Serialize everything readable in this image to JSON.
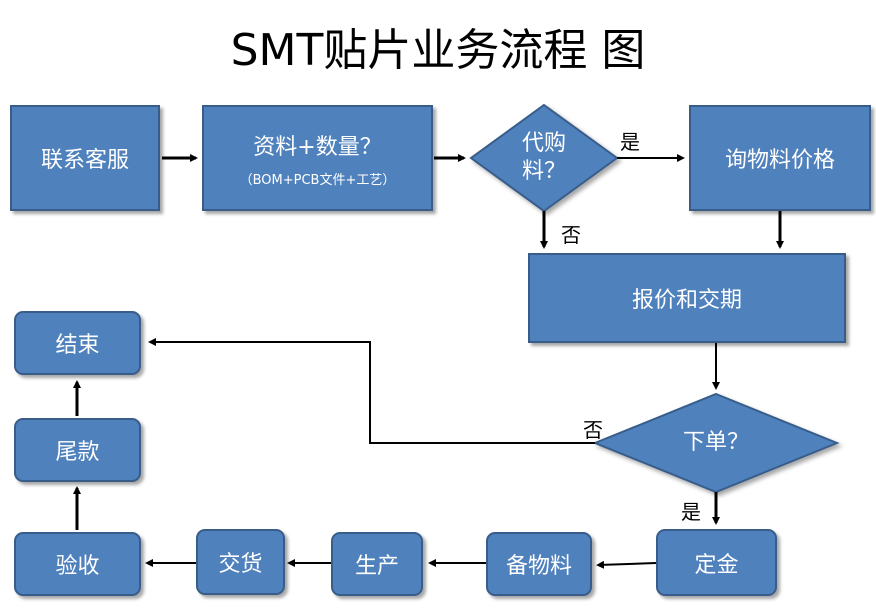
{
  "title": "SMT贴片业务流程 图",
  "nodes": {
    "contact": "联系客服",
    "materials_main": "资料+数量？",
    "materials_sub": "（BOM+PCB文件+工艺）",
    "procure_line1": "代购",
    "procure_line2": "料？",
    "inquire_price": "询物料价格",
    "quote": "报价和交期",
    "order": "下单？",
    "deposit": "定金",
    "prepare": "备物料",
    "produce": "生产",
    "deliver": "交货",
    "accept": "验收",
    "final_payment": "尾款",
    "end": "结束"
  },
  "edges": {
    "procure_yes": "是",
    "procure_no": "否",
    "order_no": "否",
    "order_yes": "是"
  },
  "colors": {
    "fill": "#4f81bd",
    "border": "#385d8a",
    "arrow": "#000000"
  }
}
